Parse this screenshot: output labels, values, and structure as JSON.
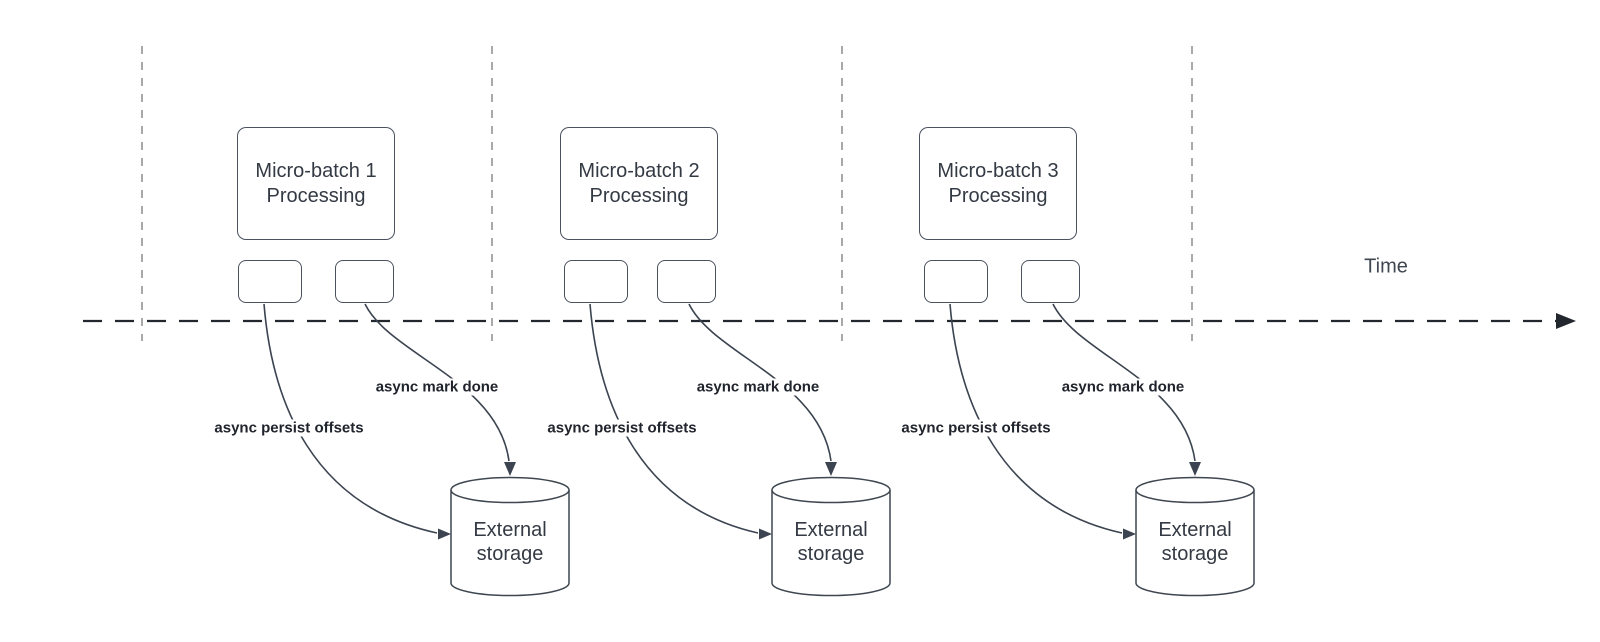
{
  "diagram": {
    "description": "Micro-batch stream processing timeline with async offset persistence to external storage",
    "colors": {
      "background": "#ffffff",
      "shape_stroke": "#3f4750",
      "box_stroke": "#4a525e",
      "timeline_stroke": "#22262d",
      "guide_stroke": "#a9a9a9",
      "box_text": "#343a44",
      "edge_label_text": "#20242c"
    },
    "time_axis": {
      "label": "Time"
    },
    "sections": [
      {
        "batch": {
          "line1": "Micro-batch 1",
          "line2": "Processing"
        },
        "persist_arrow_label": "async persist offsets",
        "mark_arrow_label": "async mark done",
        "storage_label": "External storage"
      },
      {
        "batch": {
          "line1": "Micro-batch 2",
          "line2": "Processing"
        },
        "persist_arrow_label": "async persist offsets",
        "mark_arrow_label": "async mark done",
        "storage_label": "External storage"
      },
      {
        "batch": {
          "line1": "Micro-batch 3",
          "line2": "Processing"
        },
        "persist_arrow_label": "async persist offsets",
        "mark_arrow_label": "async mark done",
        "storage_label": "External storage"
      }
    ]
  }
}
